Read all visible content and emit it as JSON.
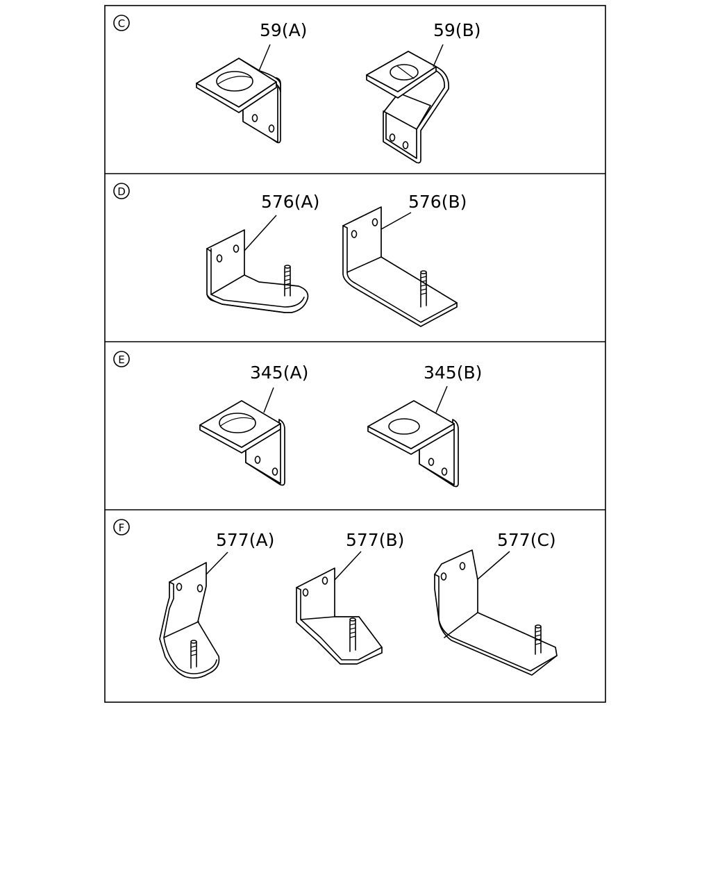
{
  "sections": [
    {
      "badge": "C",
      "parts": [
        {
          "label": "59(A)"
        },
        {
          "label": "59(B)"
        }
      ]
    },
    {
      "badge": "D",
      "parts": [
        {
          "label": "576(A)"
        },
        {
          "label": "576(B)"
        }
      ]
    },
    {
      "badge": "E",
      "parts": [
        {
          "label": "345(A)"
        },
        {
          "label": "345(B)"
        }
      ]
    },
    {
      "badge": "F",
      "parts": [
        {
          "label": "577(A)"
        },
        {
          "label": "577(B)"
        },
        {
          "label": "577(C)"
        }
      ]
    }
  ]
}
